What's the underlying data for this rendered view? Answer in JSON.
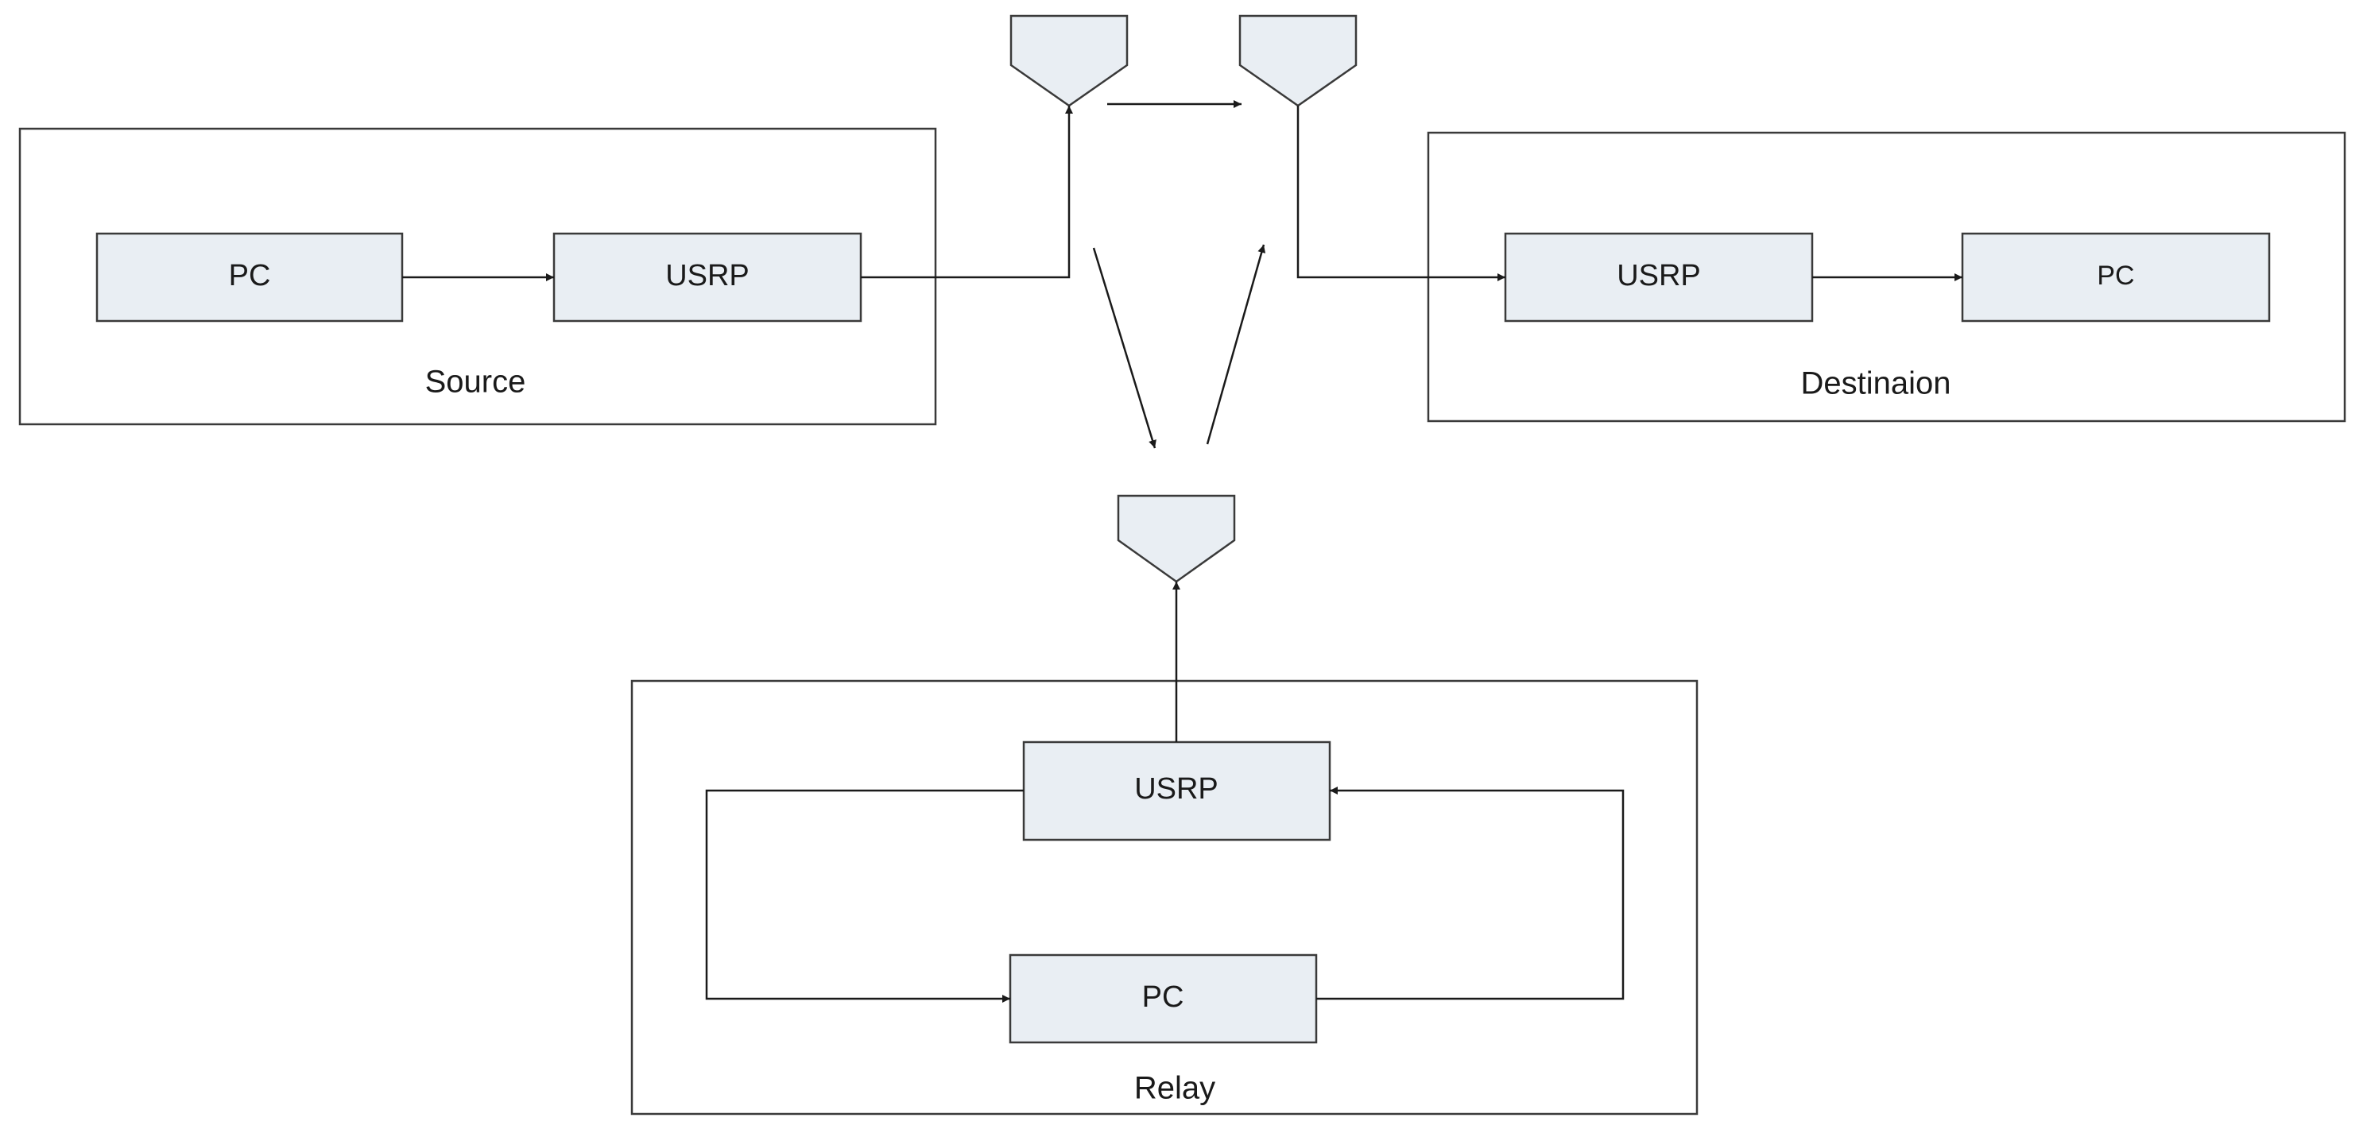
{
  "colors": {
    "node_fill": "#e9eef3",
    "stroke": "#3a3a3a",
    "line": "#1a1a1a",
    "background": "#ffffff"
  },
  "source": {
    "label": "Source",
    "pc": "PC",
    "usrp": "USRP"
  },
  "destination": {
    "label": "Destinaion",
    "usrp": "USRP",
    "pc": "PC"
  },
  "relay": {
    "label": "Relay",
    "usrp": "USRP",
    "pc": "PC"
  },
  "icons": [
    "antenna-icon",
    "arrow-icon"
  ]
}
